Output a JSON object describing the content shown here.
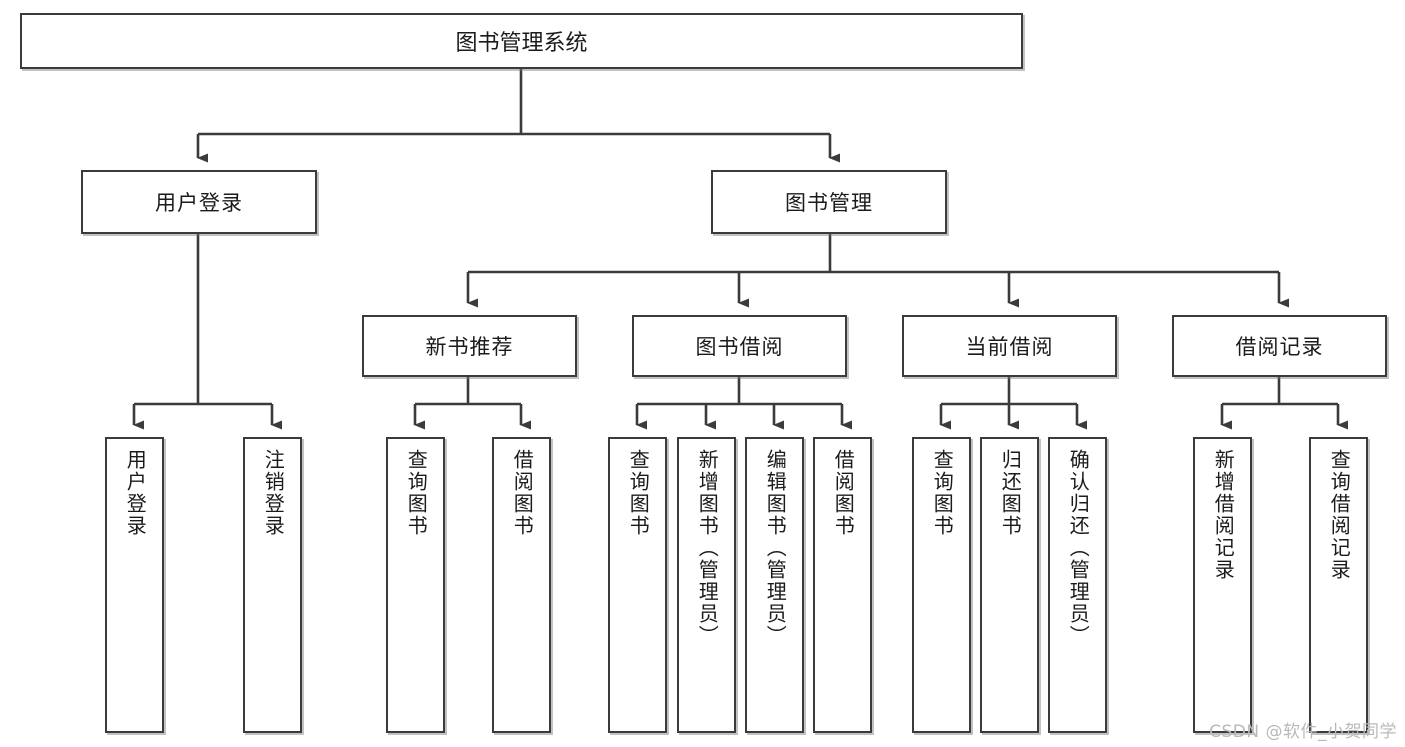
{
  "diagram": {
    "title": "图书管理系统",
    "type": "tree-hierarchy-diagram",
    "root": {
      "label": "图书管理系统"
    },
    "level2": [
      {
        "label": "用户登录"
      },
      {
        "label": "图书管理"
      }
    ],
    "level3": [
      {
        "label": "新书推荐"
      },
      {
        "label": "图书借阅"
      },
      {
        "label": "当前借阅"
      },
      {
        "label": "借阅记录"
      }
    ],
    "leaves": {
      "user_login": [
        {
          "label": "用户登录"
        },
        {
          "label": "注销登录"
        }
      ],
      "new_book_recommend": [
        {
          "label": "查询图书"
        },
        {
          "label": "借阅图书"
        }
      ],
      "book_borrow": [
        {
          "label": "查询图书"
        },
        {
          "label": "新增图书（管理员）"
        },
        {
          "label": "编辑图书（管理员）"
        },
        {
          "label": "借阅图书"
        }
      ],
      "current_borrow": [
        {
          "label": "查询图书"
        },
        {
          "label": "归还图书"
        },
        {
          "label": "确认归还（管理员）"
        }
      ],
      "borrow_record": [
        {
          "label": "新增借阅记录"
        },
        {
          "label": "查询借阅记录"
        }
      ]
    },
    "watermark": "CSDN @软件_小贺同学",
    "colors": {
      "box_border": "#3b3b3b",
      "box_fill": "#ffffff",
      "line": "#3b3b3b",
      "text": "#1b1b1b",
      "watermark": "#b9b9b9"
    }
  }
}
